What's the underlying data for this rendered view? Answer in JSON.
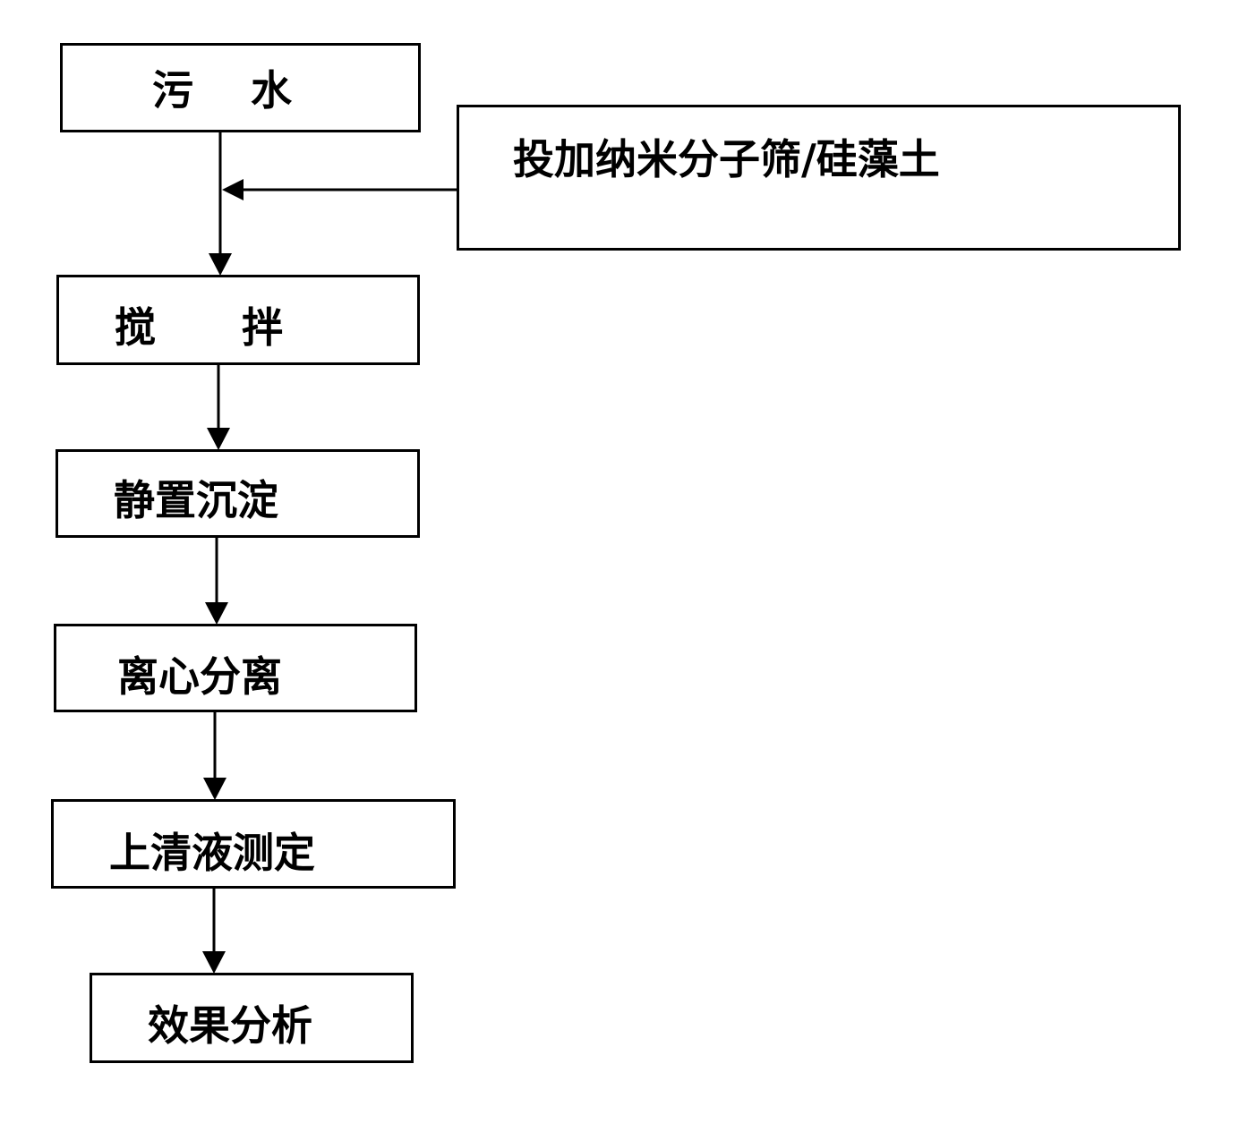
{
  "diagram": {
    "nodes": {
      "wastewater": "污    水",
      "additive": "投加纳米分子筛/硅藻土",
      "stir": "搅      拌",
      "settle": "静置沉淀",
      "centrifuge": "离心分离",
      "supernatant": "上清液测定",
      "analysis": "效果分析"
    },
    "edges": [
      {
        "from": "wastewater",
        "to": "stir"
      },
      {
        "from": "additive",
        "to": "wastewater-stir-line"
      },
      {
        "from": "stir",
        "to": "settle"
      },
      {
        "from": "settle",
        "to": "centrifuge"
      },
      {
        "from": "centrifuge",
        "to": "supernatant"
      },
      {
        "from": "supernatant",
        "to": "analysis"
      }
    ],
    "colors": {
      "line": "#000000",
      "box_border": "#000000",
      "background": "#ffffff"
    }
  }
}
